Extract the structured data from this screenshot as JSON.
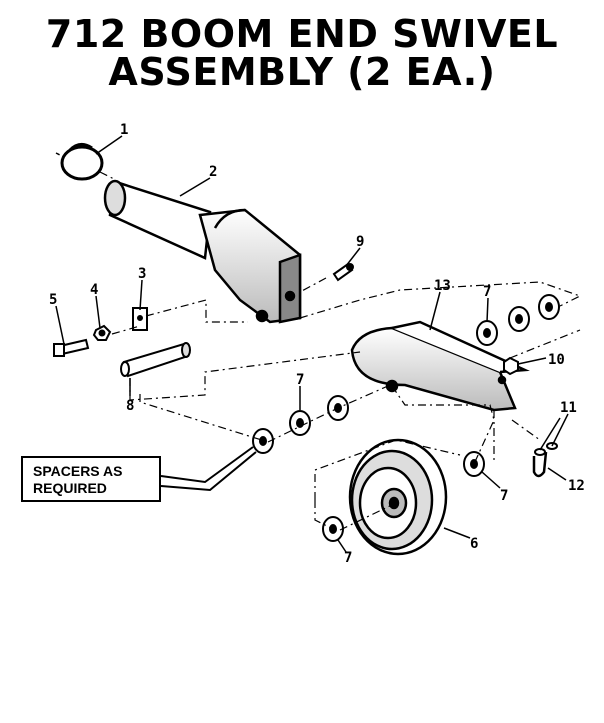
{
  "title": {
    "line1": "712 BOOM END SWIVEL",
    "line2": "ASSEMBLY (2 EA.)"
  },
  "note": {
    "line1": "SPACERS AS",
    "line2": "REQUIRED"
  },
  "callouts": [
    "1",
    "2",
    "3",
    "4",
    "5",
    "6",
    "7",
    "7",
    "7",
    "7",
    "8",
    "9",
    "10",
    "11",
    "12",
    "13"
  ]
}
